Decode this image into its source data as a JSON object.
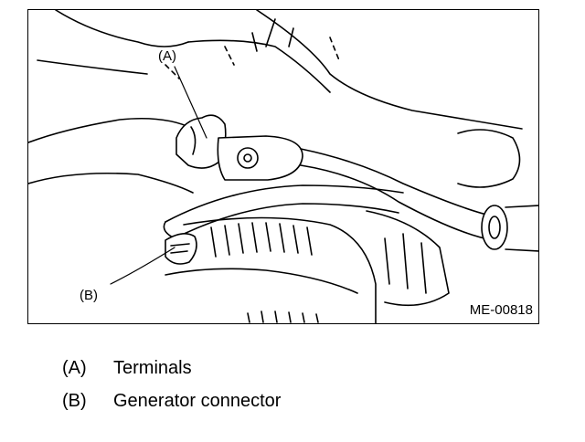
{
  "figure": {
    "callouts": {
      "a": "(A)",
      "b": "(B)"
    },
    "figure_id": "ME-00818"
  },
  "legend": [
    {
      "key": "(A)",
      "label": "Terminals"
    },
    {
      "key": "(B)",
      "label": "Generator connector"
    }
  ]
}
